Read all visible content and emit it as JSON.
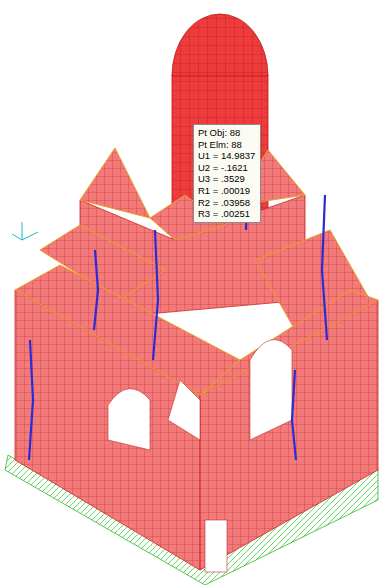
{
  "diagram": {
    "nodes": [
      {
        "text": [
          "Pt Obj: 88",
          "Pt Elm: 88",
          "U1 = 14.9837",
          "U2 = -.1621",
          "U3 = .3529",
          "R1 = .00019",
          "R2 = .03958",
          "R3 = .00251"
        ]
      }
    ]
  }
}
